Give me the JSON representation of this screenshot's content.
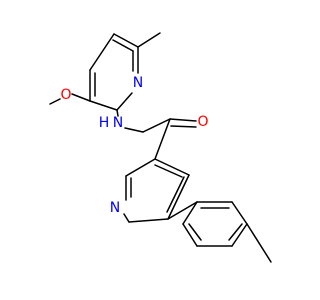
{
  "molecule": {
    "atom_labels": {
      "methoxy_oxygen": "O",
      "upper_ring_nitrogen": "N",
      "amide_nitrogen": "N",
      "amide_hydrogen": "H",
      "carbonyl_oxygen": "O",
      "lower_ring_nitrogen": "N"
    },
    "colors": {
      "bond": "#000000",
      "oxygen": "#ff0000",
      "nitrogen": "#0000ff"
    }
  }
}
